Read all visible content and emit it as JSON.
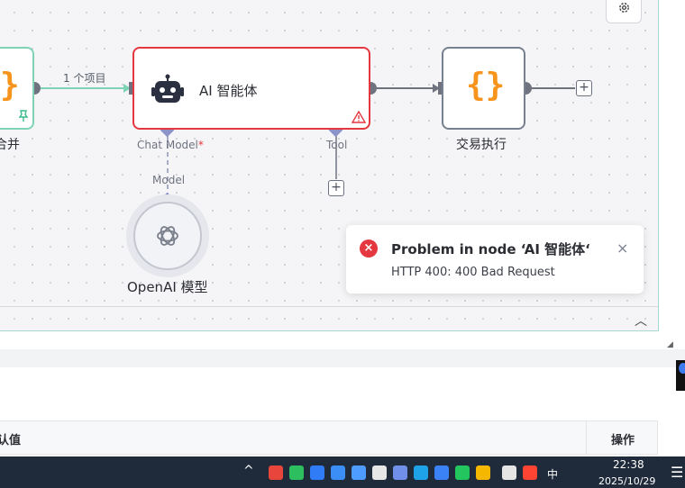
{
  "workflow": {
    "nodes": {
      "merge": {
        "label": "合并"
      },
      "agent": {
        "label": "AI 智能体",
        "chat_model_label": "Chat Model",
        "required_mark": "*",
        "tool_label": "Tool"
      },
      "trade": {
        "label": "交易执行",
        "icon_glyph": "{}"
      },
      "openai": {
        "label": "OpenAI 模型",
        "model_label": "Model"
      }
    },
    "connection": {
      "item_count_label": "1 个项目"
    }
  },
  "toast": {
    "title": "Problem in node ‘AI 智能体‘",
    "message": "HTTP 400: 400 Bad Request",
    "close_glyph": "×",
    "icon_glyph": "×"
  },
  "table": {
    "columns": [
      "认值",
      "操作"
    ]
  },
  "taskbar": {
    "ime": "中",
    "time": "22:38",
    "date": "2025/10/29",
    "tray_colors": [
      "#e8453c",
      "#2dbe60",
      "#2f7cf6",
      "#3a8ef6",
      "#4e9cff",
      "#e6e6e6",
      "#6f8fe8",
      "#1fa3e8",
      "#3b82f6",
      "#22c55e",
      "#f5b700",
      "#e5e5e5",
      "#ff4433"
    ]
  },
  "colors": {
    "error": "#e5373f",
    "merge_border": "#7fd3b5",
    "brace": "#f7941d",
    "canvas_bg": "#f5f5f7",
    "taskbar_bg": "#1f2a3a"
  }
}
